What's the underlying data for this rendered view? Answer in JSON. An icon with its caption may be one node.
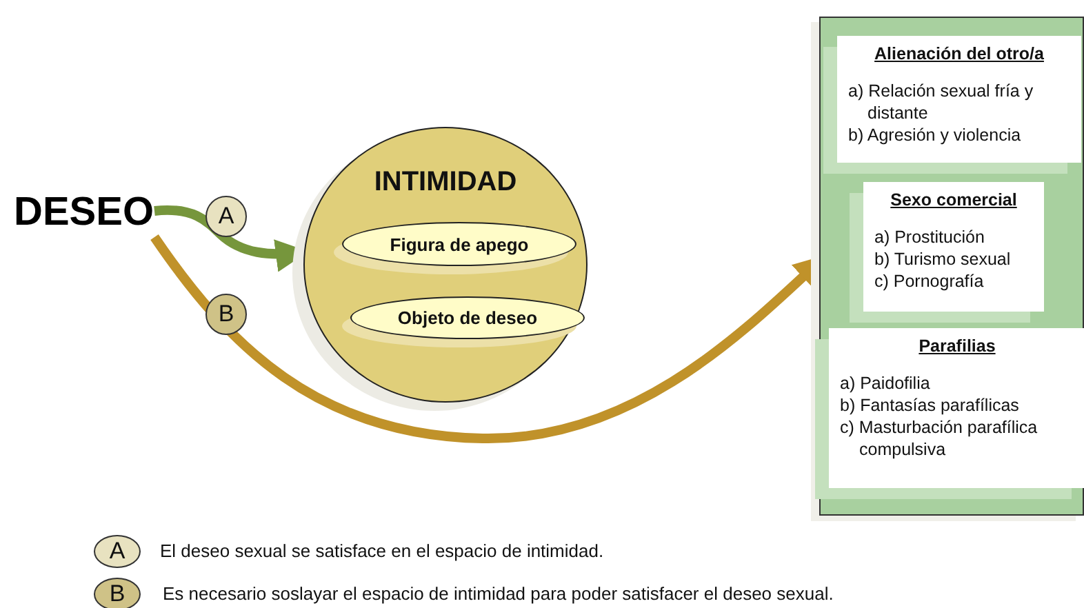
{
  "diagram": {
    "nodes": [
      {
        "text": [
          "DESEO"
        ]
      },
      {
        "text": [
          "INTIMIDAD"
        ]
      },
      {
        "text": [
          "Figura de apego"
        ],
        "in": 1
      },
      {
        "text": [
          "Objeto de deseo"
        ],
        "in": 1
      },
      {
        "text": [],
        "shape": "box"
      },
      {
        "text": [
          "Alienación del otro/a",
          "a) Relación sexual fría y distante",
          "b) Agresión y violencia"
        ],
        "in": 4
      },
      {
        "text": [
          "Sexo comercial",
          "a) Prostitución",
          "b) Turismo sexual",
          "c) Pornografía"
        ],
        "in": 4
      },
      {
        "text": [
          "Parafilias",
          "a) Paidofilia",
          "b) Fantasías parafílicas",
          "c) Masturbación parafílica compulsiva"
        ],
        "in": 4
      }
    ],
    "edges": [
      {
        "from": 0,
        "to": 1,
        "arrow": "to",
        "label": "A",
        "color": "#76963c"
      },
      {
        "from": 0,
        "to": 4,
        "arrow": "to",
        "label": "B",
        "color": "#c0922a"
      }
    ],
    "labels": [
      "A",
      "El deseo sexual se satisface en el espacio de intimidad.",
      "B",
      "Es necesario soslayar el espacio de intimidad para poder satisfacer el deseo sexual."
    ]
  }
}
